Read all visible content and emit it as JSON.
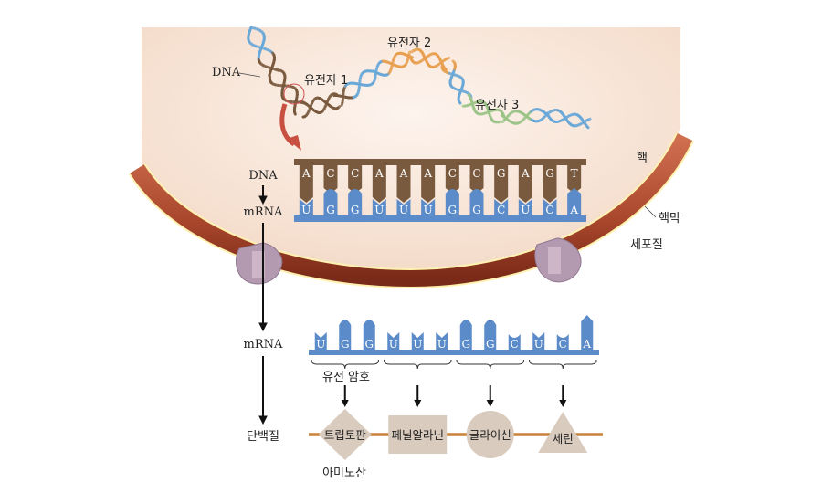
{
  "colors": {
    "nucleus_fill": "#f8e6d8",
    "membrane": "#a8462c",
    "membrane_highlight": "#fff2b0",
    "pore": "#b49ab0",
    "dna_brown": "#7a5a3e",
    "rna_blue": "#5b8bc8",
    "gene2_orange": "#e8a050",
    "gene3_green": "#9cc488",
    "protein_chain": "#c8843c",
    "amino_shape": "#d9cbbd",
    "arrow_red": "#c85040"
  },
  "helix": {
    "dna_label": "DNA",
    "genes": [
      {
        "label": "유전자 1"
      },
      {
        "label": "유전자 2"
      },
      {
        "label": "유전자 3"
      }
    ]
  },
  "regions": {
    "nucleus": "핵",
    "nuclear_membrane": "핵막",
    "cytoplasm": "세포질"
  },
  "flow": {
    "dna": "DNA",
    "mrna_nucleus": "mRNA",
    "mrna_cytoplasm": "mRNA",
    "protein": "단백질"
  },
  "transcription": {
    "dna_bases": [
      "A",
      "C",
      "C",
      "A",
      "A",
      "A",
      "C",
      "C",
      "G",
      "A",
      "G",
      "T"
    ],
    "mrna_bases": [
      "U",
      "G",
      "G",
      "U",
      "U",
      "U",
      "G",
      "G",
      "C",
      "U",
      "C",
      "A"
    ]
  },
  "translation": {
    "mrna_bases": [
      "U",
      "G",
      "G",
      "U",
      "U",
      "U",
      "G",
      "G",
      "C",
      "U",
      "C",
      "A"
    ],
    "codon_label": "유전 암호",
    "amino_acid_label": "아미노산",
    "amino_acids": [
      {
        "name": "트립토판",
        "shape": "diamond"
      },
      {
        "name": "페닐알라닌",
        "shape": "square"
      },
      {
        "name": "글라이신",
        "shape": "circle"
      },
      {
        "name": "세린",
        "shape": "triangle"
      }
    ]
  }
}
